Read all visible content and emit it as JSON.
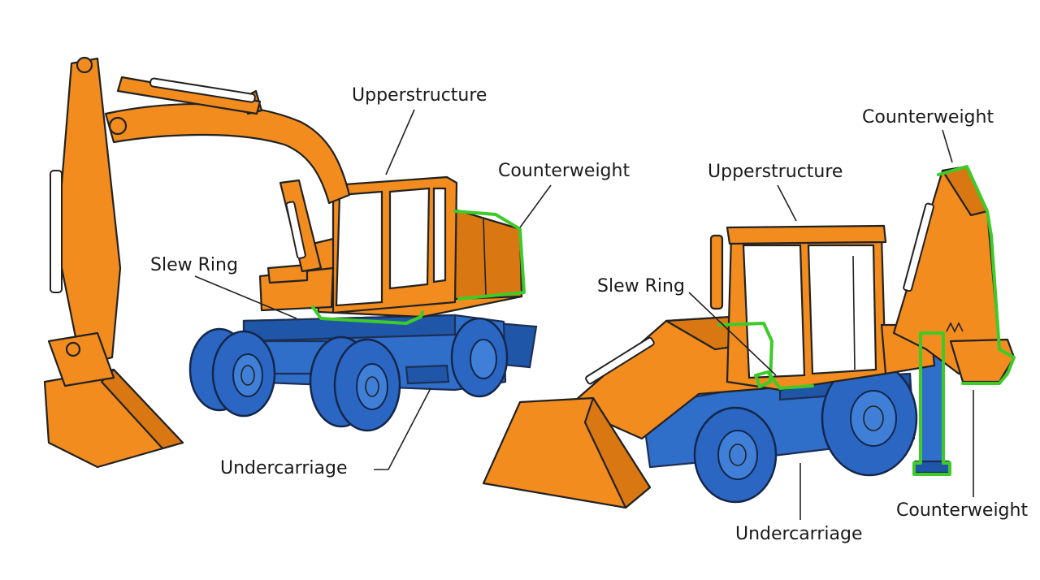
{
  "diagram": {
    "left_machine": {
      "labels": {
        "upperstructure": "Upperstructure",
        "counterweight": "Counterweight",
        "slew_ring": "Slew Ring",
        "undercarriage": "Undercarriage"
      }
    },
    "right_machine": {
      "labels": {
        "upperstructure": "Upperstructure",
        "counterweight_top": "Counterweight",
        "slew_ring": "Slew Ring",
        "undercarriage": "Undercarriage",
        "counterweight_bottom": "Counterweight"
      }
    },
    "colors": {
      "upperstructure": "#f28c1e",
      "undercarriage": "#2f6ec9",
      "counterweight_outline": "#3ecb2a",
      "leader_line": "#222222"
    }
  }
}
